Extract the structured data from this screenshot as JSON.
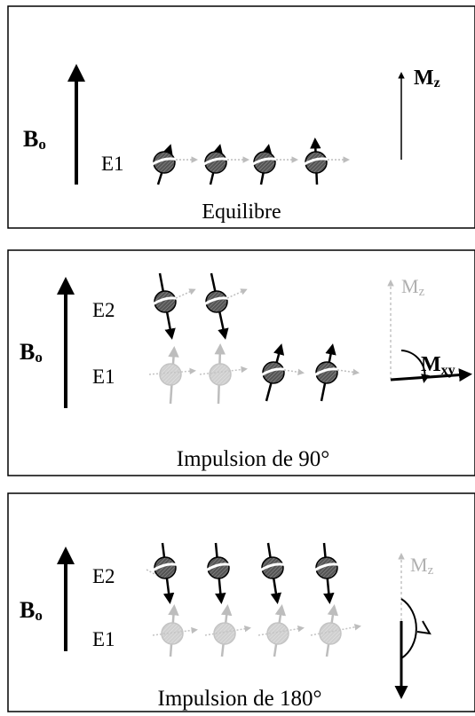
{
  "panels": [
    {
      "b_label": "B",
      "b_sub": "o",
      "levels": [
        "E1"
      ],
      "caption": "Equilibre",
      "m_label": "M",
      "m_sub": "z"
    },
    {
      "b_label": "B",
      "b_sub": "o",
      "levels": [
        "E2",
        "E1"
      ],
      "caption": "Impulsion de 90°",
      "mz_label": "M",
      "mz_sub": "z",
      "mxy_label": "M",
      "mxy_sub": "xy"
    },
    {
      "b_label": "B",
      "b_sub": "o",
      "levels": [
        "E2",
        "E1"
      ],
      "caption": "Impulsion de 180°",
      "mz_label": "M",
      "mz_sub": "z"
    }
  ],
  "colors": {
    "line": "#000000",
    "ghost": "#b8b8b8",
    "spin_dark": "#1a1a1a",
    "spin_ghost": "#c8c8c8"
  }
}
